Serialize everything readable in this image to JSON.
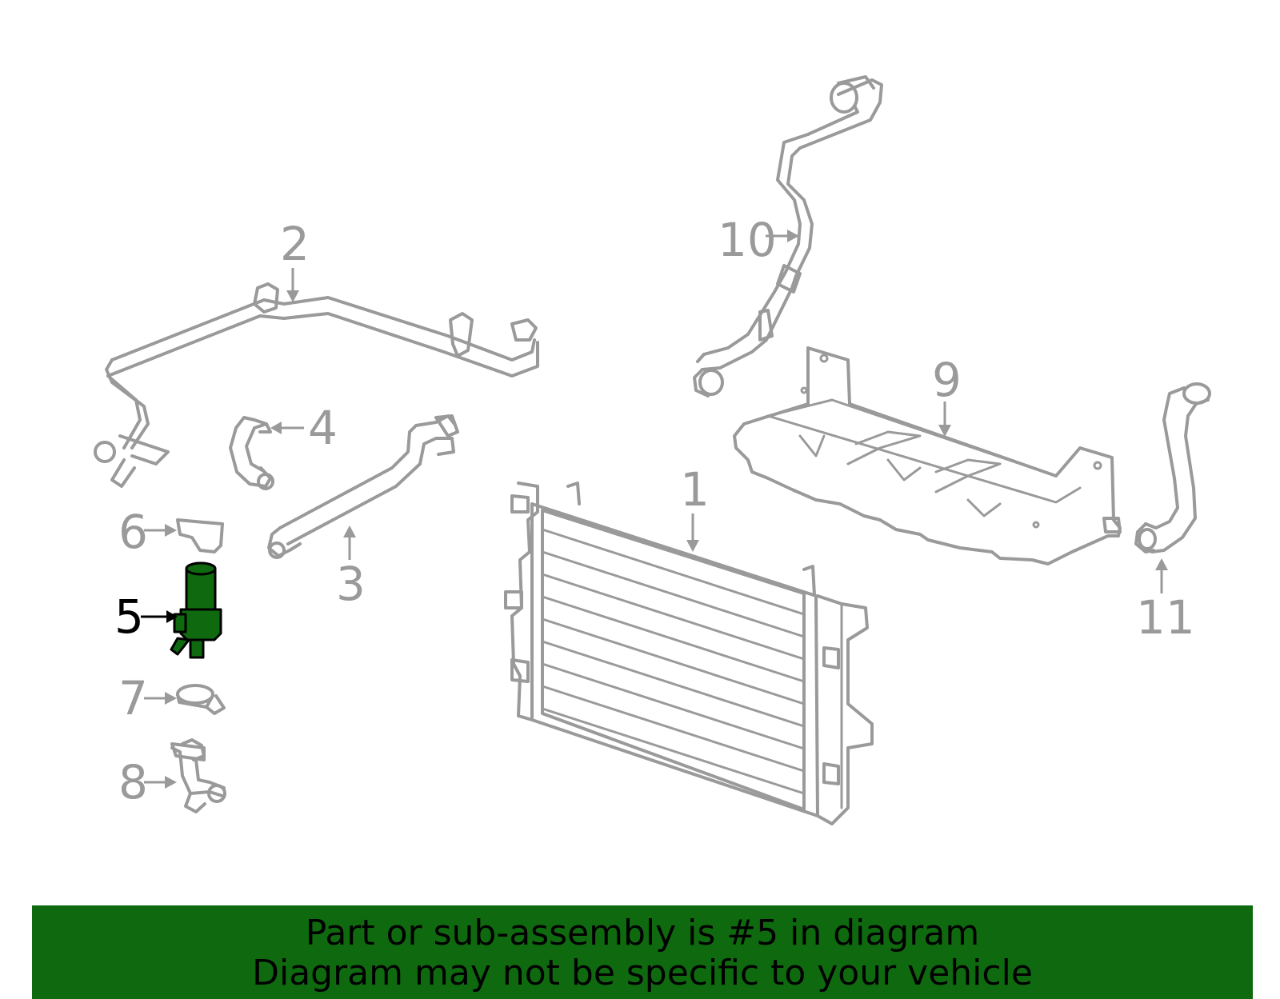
{
  "diagram": {
    "callouts": [
      {
        "id": "1",
        "label": "1"
      },
      {
        "id": "2",
        "label": "2"
      },
      {
        "id": "3",
        "label": "3"
      },
      {
        "id": "4",
        "label": "4"
      },
      {
        "id": "5",
        "label": "5"
      },
      {
        "id": "6",
        "label": "6"
      },
      {
        "id": "7",
        "label": "7"
      },
      {
        "id": "8",
        "label": "8"
      },
      {
        "id": "9",
        "label": "9"
      },
      {
        "id": "10",
        "label": "10"
      },
      {
        "id": "11",
        "label": "11"
      }
    ],
    "highlighted_part": "5",
    "colors": {
      "part_outline": "#9a9a9a",
      "highlight": "#0f6a0f",
      "highlight_label": "#000000",
      "banner": "#0f6a0f"
    }
  },
  "banner": {
    "line1": "Part or sub-assembly is #5 in diagram",
    "line2": "Diagram may not be specific to your vehicle"
  }
}
